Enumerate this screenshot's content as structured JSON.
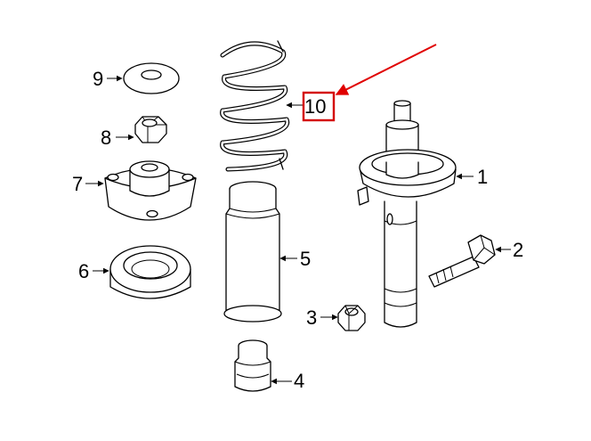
{
  "callouts": [
    {
      "id": "1",
      "label": "1"
    },
    {
      "id": "2",
      "label": "2"
    },
    {
      "id": "3",
      "label": "3"
    },
    {
      "id": "4",
      "label": "4"
    },
    {
      "id": "5",
      "label": "5"
    },
    {
      "id": "6",
      "label": "6"
    },
    {
      "id": "7",
      "label": "7"
    },
    {
      "id": "8",
      "label": "8"
    },
    {
      "id": "9",
      "label": "9"
    },
    {
      "id": "10",
      "label": "10"
    }
  ],
  "highlight": {
    "target": "10",
    "color": "#d40000"
  }
}
